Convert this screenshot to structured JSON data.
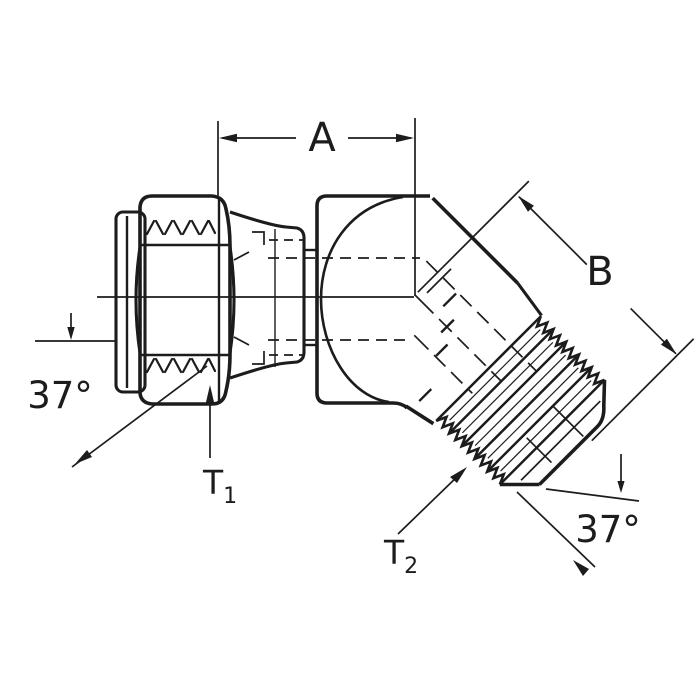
{
  "figure": {
    "kind": "technical-line-drawing",
    "description": "45-degree elbow tube fitting, female swivel hex nut to male 37-degree flare thread",
    "colors": {
      "ink": "#1c1c1c",
      "paper": "#ffffff"
    }
  },
  "annotations": {
    "dim_a": "A",
    "dim_b": "B",
    "angle_left": "37°",
    "angle_right": "37°",
    "t1": {
      "main": "T",
      "sub": "1"
    },
    "t2": {
      "main": "T",
      "sub": "2"
    }
  }
}
